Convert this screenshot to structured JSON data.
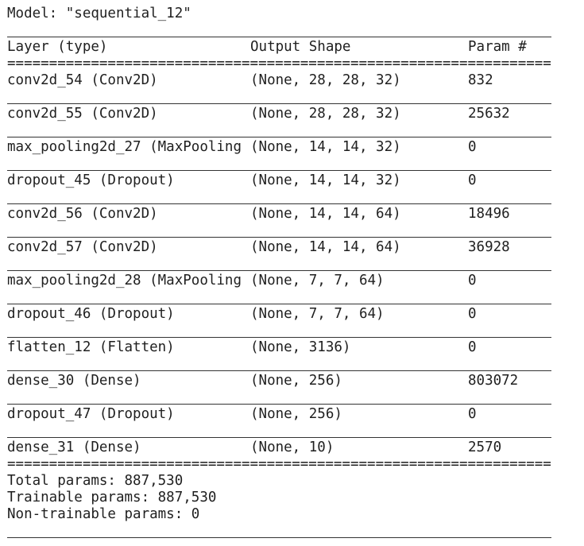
{
  "model_title": "Model: \"sequential_12\"",
  "header": {
    "layer": "Layer (type)",
    "output": "Output Shape",
    "params": "Param #"
  },
  "separator": "=================================================================",
  "layers": [
    {
      "layer": "conv2d_54 (Conv2D)",
      "output": "(None, 28, 28, 32)",
      "params": "832"
    },
    {
      "layer": "conv2d_55 (Conv2D)",
      "output": "(None, 28, 28, 32)",
      "params": "25632"
    },
    {
      "layer": "max_pooling2d_27 (MaxPooling",
      "output": "(None, 14, 14, 32)",
      "params": "0"
    },
    {
      "layer": "dropout_45 (Dropout)",
      "output": "(None, 14, 14, 32)",
      "params": "0"
    },
    {
      "layer": "conv2d_56 (Conv2D)",
      "output": "(None, 14, 14, 64)",
      "params": "18496"
    },
    {
      "layer": "conv2d_57 (Conv2D)",
      "output": "(None, 14, 14, 64)",
      "params": "36928"
    },
    {
      "layer": "max_pooling2d_28 (MaxPooling",
      "output": "(None, 7, 7, 64)",
      "params": "0"
    },
    {
      "layer": "dropout_46 (Dropout)",
      "output": "(None, 7, 7, 64)",
      "params": "0"
    },
    {
      "layer": "flatten_12 (Flatten)",
      "output": "(None, 3136)",
      "params": "0"
    },
    {
      "layer": "dense_30 (Dense)",
      "output": "(None, 256)",
      "params": "803072"
    },
    {
      "layer": "dropout_47 (Dropout)",
      "output": "(None, 256)",
      "params": "0"
    },
    {
      "layer": "dense_31 (Dense)",
      "output": "(None, 10)",
      "params": "2570"
    }
  ],
  "totals": {
    "total": "Total params: 887,530",
    "trainable": "Trainable params: 887,530",
    "non_trainable": "Non-trainable params: 0"
  }
}
